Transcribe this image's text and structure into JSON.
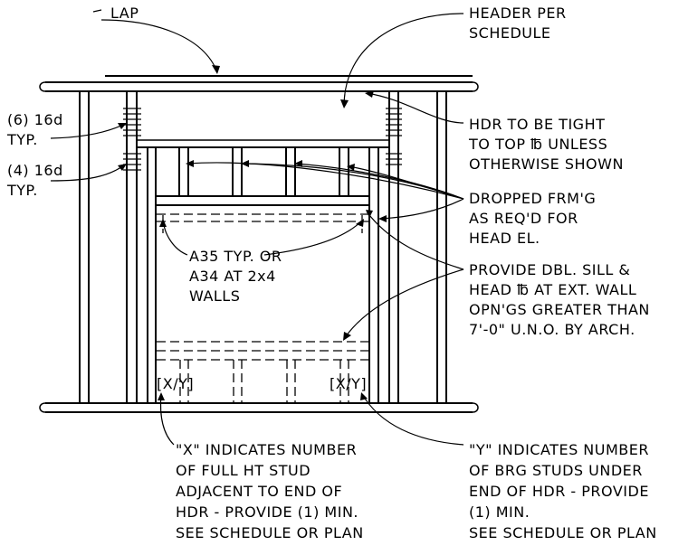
{
  "labels": {
    "lap": "LAP",
    "header_schedule": [
      "HEADER PER",
      "SCHEDULE"
    ],
    "nails_6": [
      "(6) 16d",
      "TYP."
    ],
    "nails_4": [
      "(4) 16d",
      "TYP."
    ],
    "hdr_tight": [
      "HDR TO BE TIGHT",
      "TO TOP ℔ UNLESS",
      "OTHERWISE SHOWN"
    ],
    "dropped": [
      "DROPPED FRM'G",
      "AS REQ'D FOR",
      "HEAD EL."
    ],
    "a35": [
      "A35 TYP. OR",
      "A34 AT 2x4",
      "WALLS"
    ],
    "dbl_sill": [
      "PROVIDE DBL. SILL &",
      "HEAD ℔ AT EXT. WALL",
      "OPN'GS GREATER THAN",
      "7'-0\" U.N.O. BY ARCH."
    ],
    "xy_left": "[X/Y]",
    "xy_right": "[X/Y]",
    "x_note": [
      "\"X\" INDICATES NUMBER",
      "OF FULL HT STUD",
      "ADJACENT TO END OF",
      "HDR - PROVIDE (1) MIN.",
      "SEE SCHEDULE OR PLAN"
    ],
    "y_note": [
      "\"Y\" INDICATES NUMBER",
      "OF BRG STUDS UNDER",
      "END OF HDR - PROVIDE",
      "(1) MIN.",
      "SEE SCHEDULE OR PLAN"
    ]
  }
}
